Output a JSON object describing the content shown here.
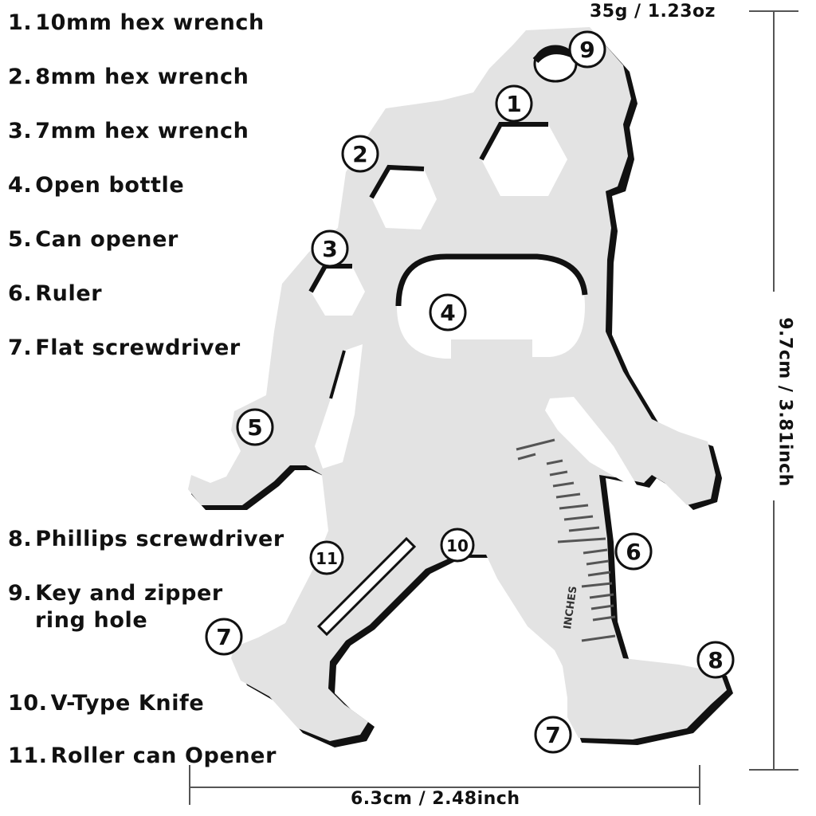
{
  "features": [
    {
      "num": "1.",
      "label": "10mm hex wrench"
    },
    {
      "num": "2.",
      "label": "8mm hex wrench"
    },
    {
      "num": "3.",
      "label": "7mm hex wrench"
    },
    {
      "num": "4.",
      "label": "Open bottle"
    },
    {
      "num": "5.",
      "label": "Can opener"
    },
    {
      "num": "6.",
      "label": "Ruler"
    },
    {
      "num": "7.",
      "label": "Flat screwdriver"
    },
    {
      "num": "8.",
      "label": "Phillips screwdriver"
    },
    {
      "num": "9.",
      "label": "Key and zipper",
      "label2": "ring  hole"
    },
    {
      "num": "10.",
      "label": "V-Type Knife"
    },
    {
      "num": "11.",
      "label": "Roller can Opener"
    }
  ],
  "dimensions": {
    "weight": "35g / 1.23oz",
    "height": "9.7cm / 3.81inch",
    "width": "6.3cm / 2.48inch"
  },
  "ruler_label": "INCHES",
  "callouts": [
    "1",
    "2",
    "3",
    "4",
    "5",
    "6",
    "7",
    "8",
    "9",
    "10",
    "11",
    "7"
  ],
  "colors": {
    "metal": "#e3e3e3",
    "edge": "#111111",
    "text": "#111111"
  }
}
